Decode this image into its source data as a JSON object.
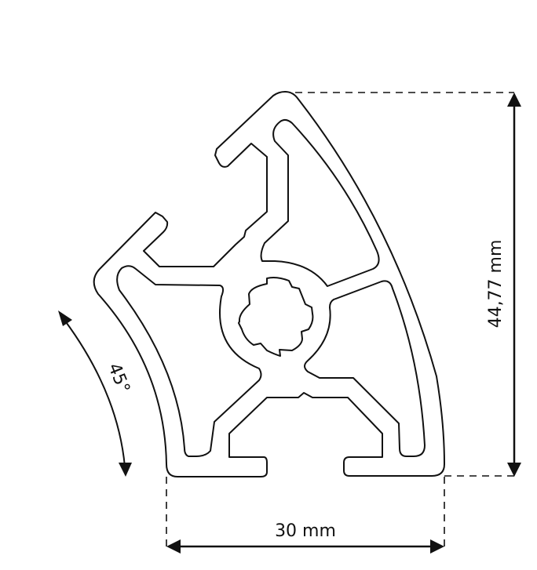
{
  "dimensions": {
    "height_label": "44,77 mm",
    "width_label": "30 mm",
    "angle_label": "45°"
  },
  "colors": {
    "line": "#111111",
    "background": "#ffffff"
  }
}
